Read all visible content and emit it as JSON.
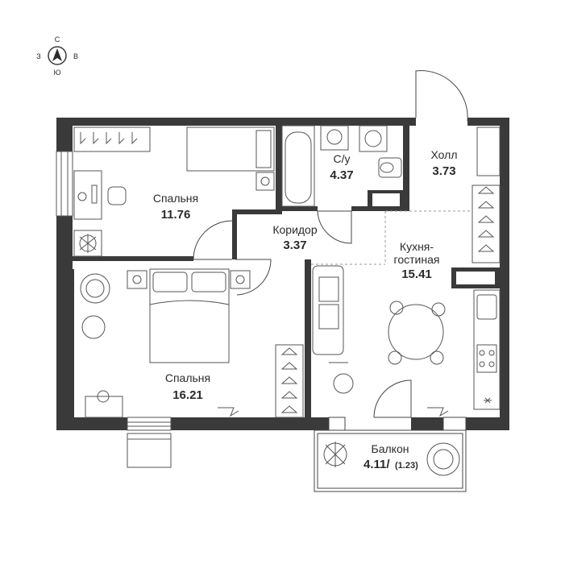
{
  "compass": {
    "north": "С",
    "east": "В",
    "south": "Ю",
    "west": "З"
  },
  "rooms": {
    "bedroom_small": {
      "name": "Спальня",
      "area": "11.76"
    },
    "bathroom": {
      "name": "С/у",
      "area": "4.37"
    },
    "hall": {
      "name": "Холл",
      "area": "3.73"
    },
    "corridor": {
      "name": "Коридор",
      "area": "3.37"
    },
    "kitchen": {
      "name_line1": "Кухня-",
      "name_line2": "гостиная",
      "area": "15.41"
    },
    "bedroom_large": {
      "name": "Спальня",
      "area": "16.21"
    },
    "balcony": {
      "name": "Балкон",
      "area": "4.11/",
      "area_reduced": "(1.23)"
    }
  },
  "colors": {
    "wall": "#3a3a3a",
    "line": "#555555",
    "fill_light": "#f2f2f2"
  }
}
